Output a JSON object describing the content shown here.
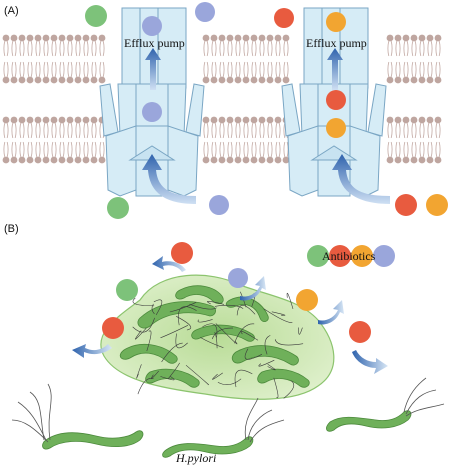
{
  "panel_a": {
    "label": "(A)",
    "pump_label": "Efflux pump"
  },
  "panel_b": {
    "label": "(B)",
    "legend_label": "Antibiotics",
    "bacterium_label": "H.pylori"
  },
  "colors": {
    "membrane_head": "#bfa6a0",
    "membrane_tail": "#c9b2ad",
    "pump_fill": "#d6ecf6",
    "pump_stroke": "#7aa6c4",
    "arrow_blue": "#3b6fb4",
    "green_ball": "#7dc27a",
    "purple_ball": "#9aa6db",
    "red_ball": "#e85b3f",
    "orange_ball": "#f2a531",
    "biofilm_fill": "#cfe7b4",
    "bacteria_fill": "#6fb05a"
  },
  "icons": [
    "efflux-pump-icon",
    "arrow-icon",
    "antibiotic-ball-icon",
    "bacterium-icon",
    "biofilm-icon"
  ]
}
